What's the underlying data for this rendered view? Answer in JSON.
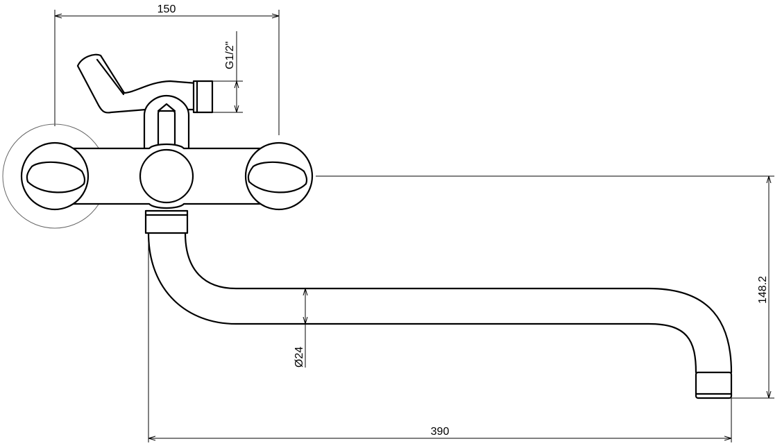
{
  "dimensions": {
    "width_top": "150",
    "thread": "G1/2\"",
    "height_right": "148.2",
    "pipe_diameter": "Ø24",
    "length_bottom": "390"
  }
}
